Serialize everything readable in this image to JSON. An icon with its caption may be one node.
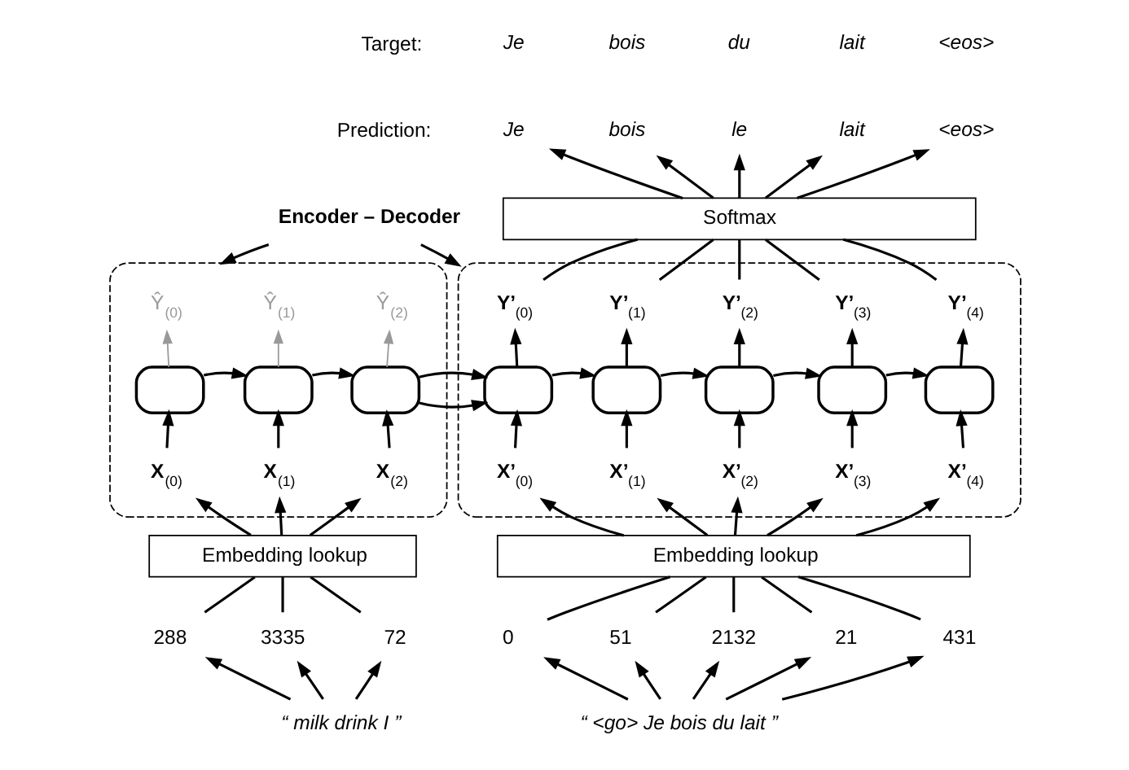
{
  "diagram": {
    "nodes": [
      {
        "text": [
          "Je"
        ]
      },
      {
        "text": [
          "bois"
        ]
      },
      {
        "text": [
          "le"
        ]
      },
      {
        "text": [
          "lait"
        ]
      },
      {
        "text": [
          "<eos>"
        ]
      },
      {
        "text": [
          "Encoder – Decoder"
        ]
      },
      {
        "text": [
          "Softmax"
        ]
      },
      {
        "text": [],
        "shape": "box"
      },
      {
        "text": [
          "Ŷ$_{(0)}$"
        ],
        "in": 7
      },
      {
        "text": [
          "Ŷ$_{(1)}$"
        ],
        "in": 7
      },
      {
        "text": [
          "Ŷ$_{(2)}$"
        ],
        "in": 7
      },
      {
        "text": [],
        "shape": "box",
        "in": 7
      },
      {
        "text": [],
        "shape": "box",
        "in": 7
      },
      {
        "text": [],
        "shape": "box",
        "in": 7
      },
      {
        "text": [
          "**X**$_{(0)}$"
        ],
        "in": 7
      },
      {
        "text": [
          "**X**$_{(1)}$"
        ],
        "in": 7
      },
      {
        "text": [
          "**X**$_{(2)}$"
        ],
        "in": 7
      },
      {
        "text": [],
        "shape": "box"
      },
      {
        "text": [
          "**Y’**$_{(0)}$"
        ],
        "in": 17
      },
      {
        "text": [
          "**Y’**$_{(1)}$"
        ],
        "in": 17
      },
      {
        "text": [
          "**Y’**$_{(2)}$"
        ],
        "in": 17
      },
      {
        "text": [
          "**Y’**$_{(3)}$"
        ],
        "in": 17
      },
      {
        "text": [
          "**Y’**$_{(4)}$"
        ],
        "in": 17
      },
      {
        "text": [],
        "shape": "box",
        "in": 17
      },
      {
        "text": [],
        "shape": "box",
        "in": 17
      },
      {
        "text": [],
        "shape": "box",
        "in": 17
      },
      {
        "text": [],
        "shape": "box",
        "in": 17
      },
      {
        "text": [],
        "shape": "box",
        "in": 17
      },
      {
        "text": [
          "**X’**$_{(0)}$"
        ],
        "in": 17
      },
      {
        "text": [
          "**X’**$_{(1)}$"
        ],
        "in": 17
      },
      {
        "text": [
          "**X’**$_{(2)}$"
        ],
        "in": 17
      },
      {
        "text": [
          "**X’**$_{(3)}$"
        ],
        "in": 17
      },
      {
        "text": [
          "**X’**$_{(4)}$"
        ],
        "in": 17
      },
      {
        "text": [
          "Embedding lookup"
        ]
      },
      {
        "text": [
          "Embedding lookup"
        ]
      },
      {
        "text": [
          "288"
        ]
      },
      {
        "text": [
          "3335"
        ]
      },
      {
        "text": [
          "72"
        ]
      },
      {
        "text": [
          "0"
        ]
      },
      {
        "text": [
          "51"
        ]
      },
      {
        "text": [
          "2132"
        ]
      },
      {
        "text": [
          "21"
        ]
      },
      {
        "text": [
          "431"
        ]
      },
      {
        "text": [
          "“ milk drink I ”"
        ]
      },
      {
        "text": [
          "“ <go> Je bois du lait ”"
        ]
      }
    ],
    "edges": [
      {
        "from": 6,
        "to": 0,
        "arrow": "to"
      },
      {
        "from": 6,
        "to": 1,
        "arrow": "to"
      },
      {
        "from": 6,
        "to": 2,
        "arrow": "to"
      },
      {
        "from": 6,
        "to": 3,
        "arrow": "to"
      },
      {
        "from": 6,
        "to": 4,
        "arrow": "to"
      },
      {
        "from": 5,
        "to": 7,
        "arrow": "to"
      },
      {
        "from": 5,
        "to": 17,
        "arrow": "to"
      },
      {
        "from": 11,
        "to": 8,
        "arrow": "to",
        "color": "#999999"
      },
      {
        "from": 12,
        "to": 9,
        "arrow": "to",
        "color": "#999999"
      },
      {
        "from": 13,
        "to": 10,
        "arrow": "to",
        "color": "#999999"
      },
      {
        "from": 11,
        "to": 12,
        "arrow": "to"
      },
      {
        "from": 12,
        "to": 13,
        "arrow": "to"
      },
      {
        "from": 13,
        "to": 23,
        "arrow": "to"
      },
      {
        "from": 23,
        "to": 24,
        "arrow": "to"
      },
      {
        "from": 24,
        "to": 25,
        "arrow": "to"
      },
      {
        "from": 25,
        "to": 26,
        "arrow": "to"
      },
      {
        "from": 26,
        "to": 27,
        "arrow": "to"
      },
      {
        "from": 14,
        "to": 11,
        "arrow": "to"
      },
      {
        "from": 15,
        "to": 12,
        "arrow": "to"
      },
      {
        "from": 16,
        "to": 13,
        "arrow": "to"
      },
      {
        "from": 23,
        "to": 18,
        "arrow": "to"
      },
      {
        "from": 24,
        "to": 19,
        "arrow": "to"
      },
      {
        "from": 25,
        "to": 20,
        "arrow": "to"
      },
      {
        "from": 26,
        "to": 21,
        "arrow": "to"
      },
      {
        "from": 27,
        "to": 22,
        "arrow": "to"
      },
      {
        "from": 18,
        "to": 6,
        "arrow": "none"
      },
      {
        "from": 19,
        "to": 6,
        "arrow": "none"
      },
      {
        "from": 20,
        "to": 6,
        "arrow": "none"
      },
      {
        "from": 21,
        "to": 6,
        "arrow": "none"
      },
      {
        "from": 22,
        "to": 6,
        "arrow": "none"
      },
      {
        "from": 28,
        "to": 23,
        "arrow": "to"
      },
      {
        "from": 29,
        "to": 24,
        "arrow": "to"
      },
      {
        "from": 30,
        "to": 25,
        "arrow": "to"
      },
      {
        "from": 31,
        "to": 26,
        "arrow": "to"
      },
      {
        "from": 32,
        "to": 27,
        "arrow": "to"
      },
      {
        "from": 33,
        "to": 14,
        "arrow": "to"
      },
      {
        "from": 33,
        "to": 15,
        "arrow": "to"
      },
      {
        "from": 33,
        "to": 16,
        "arrow": "to"
      },
      {
        "from": 34,
        "to": 28,
        "arrow": "to"
      },
      {
        "from": 34,
        "to": 29,
        "arrow": "to"
      },
      {
        "from": 34,
        "to": 30,
        "arrow": "to"
      },
      {
        "from": 34,
        "to": 31,
        "arrow": "to"
      },
      {
        "from": 34,
        "to": 32,
        "arrow": "to"
      },
      {
        "from": 35,
        "to": 33,
        "arrow": "none"
      },
      {
        "from": 36,
        "to": 33,
        "arrow": "none"
      },
      {
        "from": 37,
        "to": 33,
        "arrow": "none"
      },
      {
        "from": 38,
        "to": 34,
        "arrow": "none"
      },
      {
        "from": 39,
        "to": 34,
        "arrow": "none"
      },
      {
        "from": 40,
        "to": 34,
        "arrow": "none"
      },
      {
        "from": 41,
        "to": 34,
        "arrow": "none"
      },
      {
        "from": 42,
        "to": 34,
        "arrow": "none"
      },
      {
        "from": 43,
        "to": 35,
        "arrow": "to"
      },
      {
        "from": 43,
        "to": 36,
        "arrow": "to"
      },
      {
        "from": 43,
        "to": 37,
        "arrow": "to"
      },
      {
        "from": 44,
        "to": 38,
        "arrow": "to"
      },
      {
        "from": 44,
        "to": 39,
        "arrow": "to"
      },
      {
        "from": 44,
        "to": 40,
        "arrow": "to"
      },
      {
        "from": 44,
        "to": 41,
        "arrow": "to"
      },
      {
        "from": 44,
        "to": 42,
        "arrow": "to"
      }
    ],
    "labels": [
      "Target:",
      "Je",
      "bois",
      "du",
      "lait",
      "<eos>",
      "Prediction:"
    ]
  }
}
